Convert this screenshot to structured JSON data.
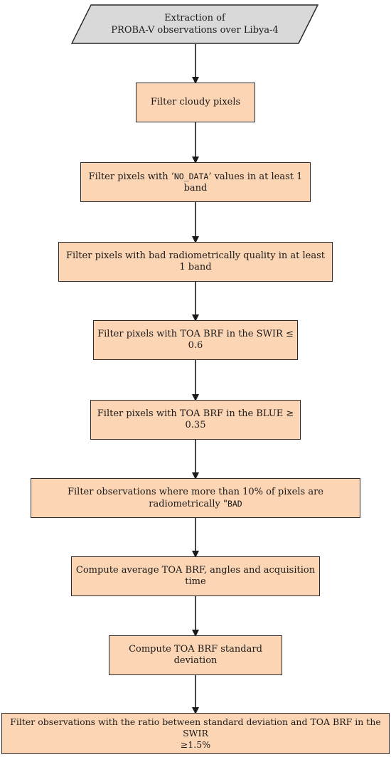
{
  "start": {
    "line1": "Extraction of",
    "line2": "PROBA-V observations over Libya-4"
  },
  "steps": [
    {
      "text": "Filter cloudy pixels"
    },
    {
      "pre": "Filter pixels with ’",
      "code": "NO_DATA",
      "post": "’ values in at least 1 band"
    },
    {
      "text": "Filter pixels with bad radiometrically quality in at least 1 band"
    },
    {
      "text": "Filter pixels with TOA BRF in the SWIR ≤ 0.6"
    },
    {
      "text": "Filter pixels with TOA BRF in the BLUE ≥ 0.35"
    },
    {
      "pre": "Filter observations where more than 10% of pixels are radiometrically \"",
      "code": "BAD",
      "post": ""
    },
    {
      "text": "Compute average TOA BRF, angles and acquisition time"
    },
    {
      "text": "Compute TOA BRF standard deviation"
    },
    {
      "line1": "Filter observations with the ratio between standard deviation and TOA BRF in the SWIR",
      "line2": "≥1.5%"
    }
  ],
  "colors": {
    "step_fill": "#fcd5b4",
    "start_fill": "#d9d9d9",
    "stroke": "#2b2b2b"
  }
}
